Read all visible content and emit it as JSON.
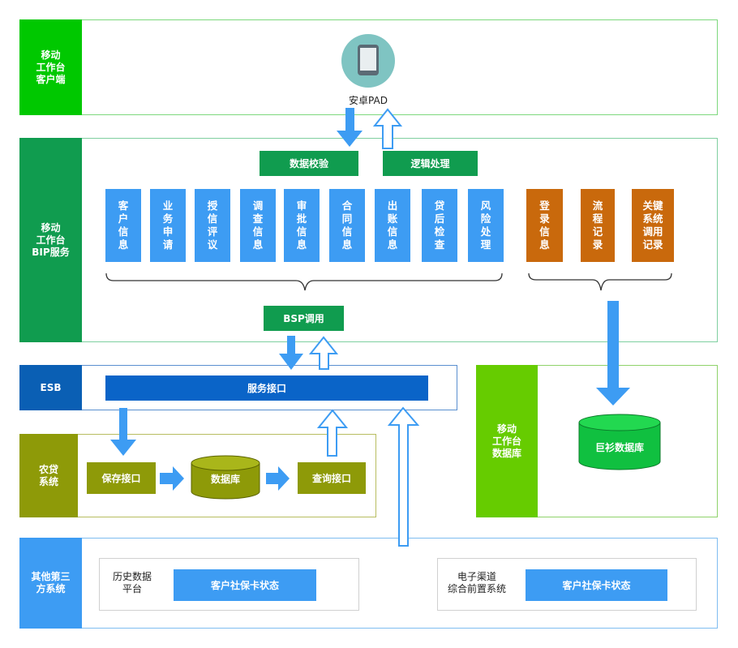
{
  "rows": {
    "client": {
      "label": "移动\n工作台\n客户端",
      "device": "安卓PAD"
    },
    "bip": {
      "label": "移动\n工作台\nBIP服务",
      "check": "数据校验",
      "logic": "逻辑处理",
      "bsp": "BSP调用",
      "blue_items": [
        "客户信息",
        "业务申请",
        "授信评议",
        "调查信息",
        "审批信息",
        "合同信息",
        "出账信息",
        "贷后检查",
        "风险处理"
      ],
      "orange_items": [
        "登录信息",
        "流程记录",
        "关键系统调用记录"
      ]
    },
    "esb": {
      "label": "ESB",
      "service": "服务接口"
    },
    "loan": {
      "label": "农贷\n系统",
      "save": "保存接口",
      "db": "数据库",
      "query": "查询接口"
    },
    "workdb": {
      "label": "移动\n工作台\n数据库",
      "db": "巨衫数据库"
    },
    "third": {
      "label": "其他第三\n方系统",
      "hist": "历史数据\n平台",
      "hist_status": "客户社保卡状态",
      "echannel": "电子渠道\n综合前置系统",
      "echannel_status": "客户社保卡状态"
    }
  },
  "colors": {
    "bright_green": "#00c800",
    "dark_green": "#109c4f",
    "esb_blue": "#0a5fb4",
    "olive": "#8e9a08",
    "lime": "#66cc00",
    "light_blue": "#3d9cf3",
    "orange": "#c9690c"
  }
}
